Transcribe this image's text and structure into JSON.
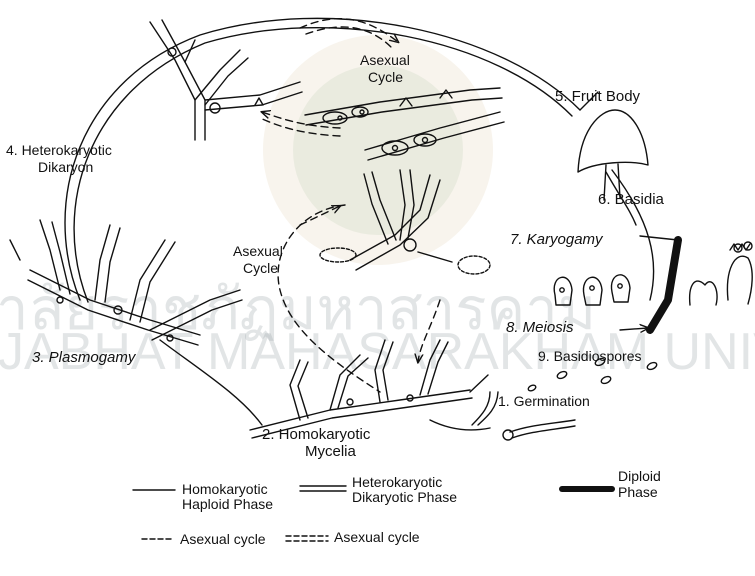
{
  "watermark": {
    "line1": "าลัยราชภัฏมหาสารคาม",
    "line2": "JABHAT MAHASARAKHAM UNIVE",
    "seal_color": "#c9a86a"
  },
  "labels": {
    "asexual_top_1": "Asexual",
    "asexual_top_2": "Cycle",
    "fruit_body": "5. Fruit Body",
    "heterokaryotic_1": "4. Heterokaryotic",
    "heterokaryotic_2": "Dikaryon",
    "basidia": "6. Basidia",
    "karyogamy": "7. Karyogamy",
    "asexual_mid_1": "Asexual",
    "asexual_mid_2": "Cycle",
    "meiosis": "8. Meiosis",
    "plasmogamy": "3. Plasmogamy",
    "basidiospores": "9. Basidiospores",
    "germination": "1. Germination",
    "homokaryotic_1": "2. Homokaryotic",
    "homokaryotic_2": "Mycelia"
  },
  "legend": {
    "homo_1": "Homokaryotic",
    "homo_2": "Haploid Phase",
    "hetero_1": "Heterokaryotic",
    "hetero_2": "Dikaryotic Phase",
    "diploid_1": "Diploid",
    "diploid_2": "Phase",
    "asexual_1": "Asexual cycle",
    "asexual_2": "Asexual cycle"
  },
  "colors": {
    "ink": "#111111",
    "paper": "#ffffff"
  }
}
